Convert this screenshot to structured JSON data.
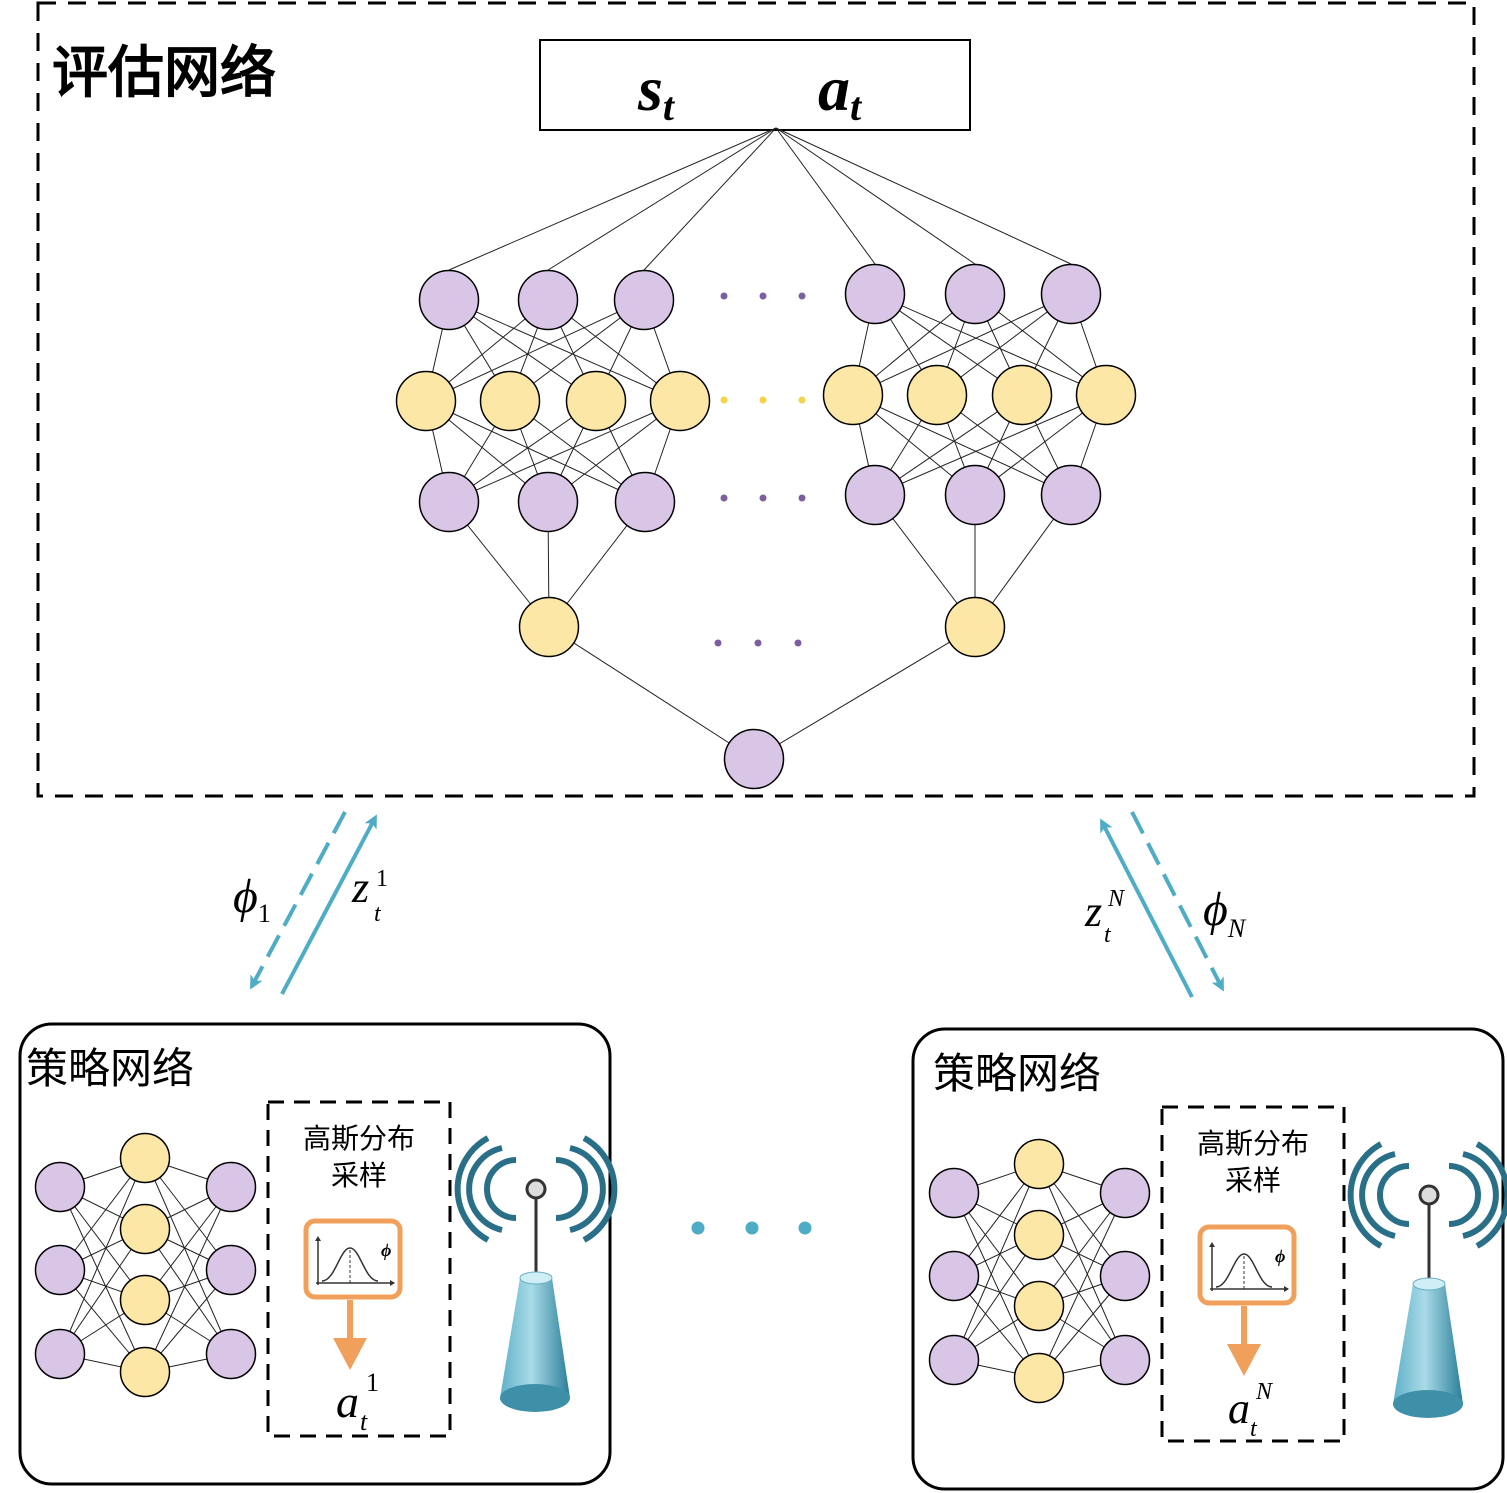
{
  "critic": {
    "title": "评估网络",
    "input_state": "s",
    "input_state_sub": "t",
    "input_action": "a",
    "input_action_sub": "t"
  },
  "links": {
    "phi_1": "ϕ",
    "phi_1_sub": "1",
    "z_1": "z",
    "z_1_sub": "t",
    "z_1_sup": "1",
    "z_N": "z",
    "z_N_sub": "t",
    "z_N_sup": "N",
    "phi_N": "ϕ",
    "phi_N_sub": "N"
  },
  "policies": [
    {
      "title": "策略网络",
      "sampler_line1": "高斯分布",
      "sampler_line2": "采样",
      "phi_label": "ϕ",
      "action": "a",
      "action_sub": "t",
      "action_sup": "1"
    },
    {
      "title": "策略网络",
      "sampler_line1": "高斯分布",
      "sampler_line2": "采样",
      "phi_label": "ϕ",
      "action": "a",
      "action_sub": "t",
      "action_sup": "N"
    }
  ],
  "colors": {
    "purple_node": "#d9c6e6",
    "yellow_node": "#fde7a6",
    "purple_dot": "#7d5fa0",
    "yellow_dot": "#f5d34a",
    "arrow_blue": "#4eacc6",
    "orange": "#f0a05a",
    "antenna_blue": "#8fcbdc",
    "antenna_dark": "#2a6f88"
  }
}
